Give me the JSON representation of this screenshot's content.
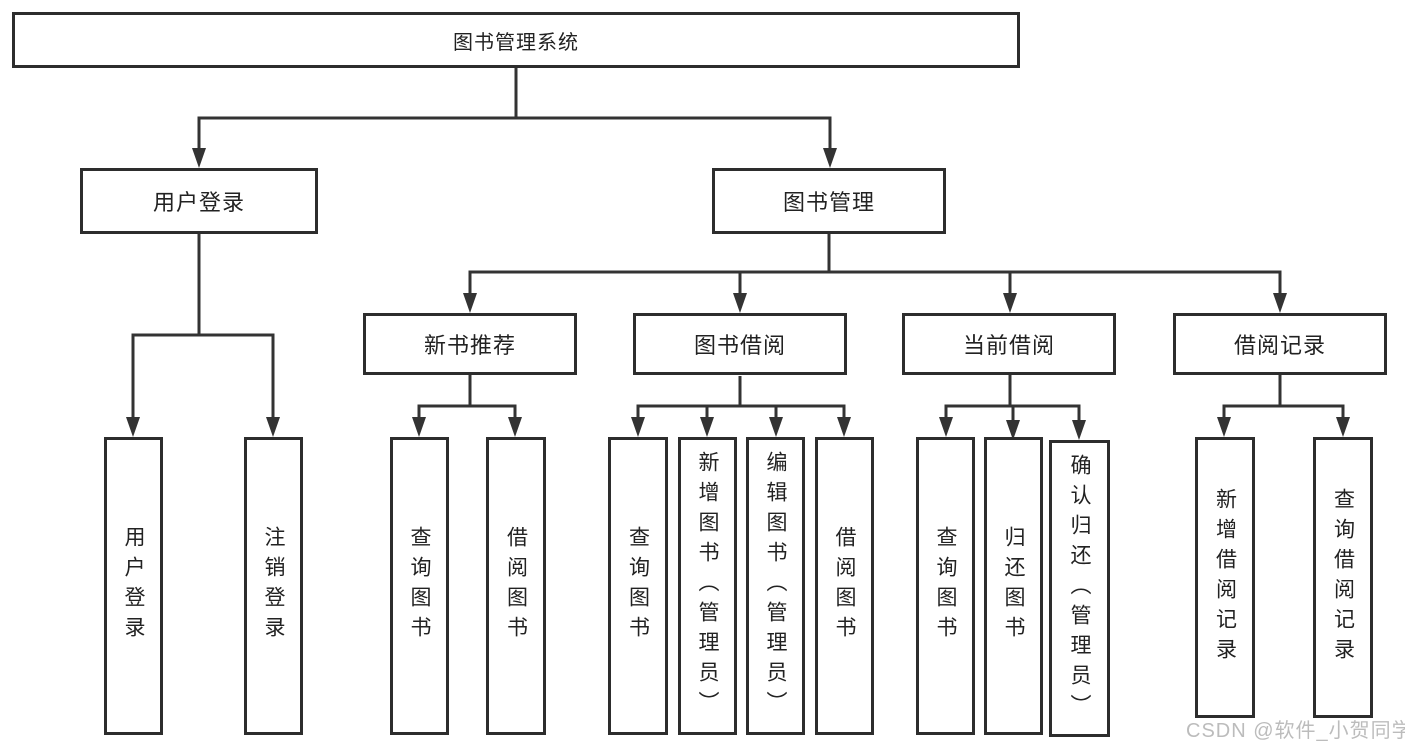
{
  "diagram": {
    "root": {
      "label": "图书管理系统"
    },
    "level2": [
      {
        "label": "用户登录"
      },
      {
        "label": "图书管理"
      }
    ],
    "level3": [
      {
        "label": "新书推荐"
      },
      {
        "label": "图书借阅"
      },
      {
        "label": "当前借阅"
      },
      {
        "label": "借阅记录"
      }
    ],
    "level4": {
      "user_login": [
        "用户登录",
        "注销登录"
      ],
      "new_book": [
        "查询图书",
        "借阅图书"
      ],
      "book_borrow": [
        "查询图书",
        "新增图书（管理员）",
        "编辑图书（管理员）",
        "借阅图书"
      ],
      "current_borrow": [
        "查询图书",
        "归还图书",
        "确认归还（管理员）"
      ],
      "borrow_record": [
        "新增借阅记录",
        "查询借阅记录"
      ]
    }
  },
  "watermark": "CSDN @软件_小贺同学",
  "colors": {
    "line": "#333333",
    "border": "#2d2d2d",
    "text": "#222222",
    "watermark": "#b5b5b5",
    "background": "#ffffff"
  }
}
